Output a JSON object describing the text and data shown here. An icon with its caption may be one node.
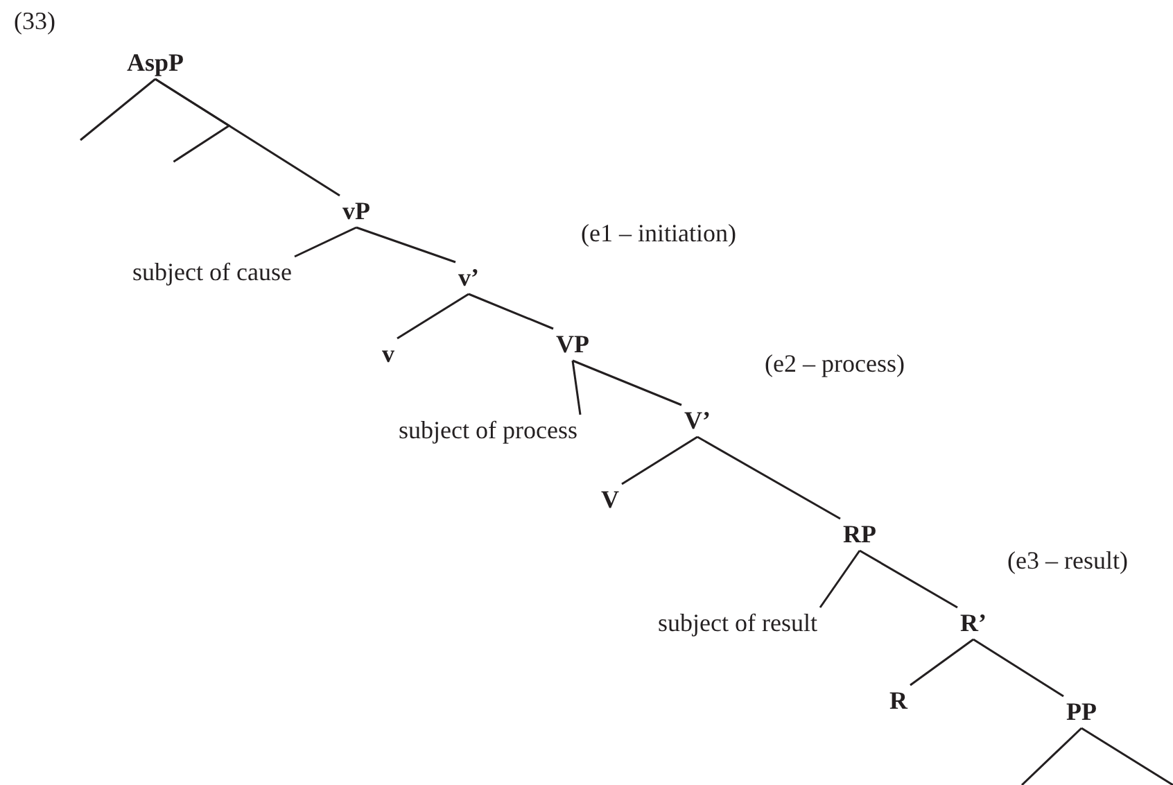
{
  "diagram": {
    "nodes": [
      {
        "text": [
          "AspP"
        ]
      },
      {
        "text": [
          "vP"
        ]
      },
      {
        "text": [
          "subject of cause"
        ]
      },
      {
        "text": [
          "v’"
        ]
      },
      {
        "text": [
          "v"
        ]
      },
      {
        "text": [
          "VP"
        ]
      },
      {
        "text": [
          "subject of process"
        ]
      },
      {
        "text": [
          "V’"
        ]
      },
      {
        "text": [
          "V"
        ]
      },
      {
        "text": [
          "RP"
        ]
      },
      {
        "text": [
          "subject of result"
        ]
      },
      {
        "text": [
          "R’"
        ]
      },
      {
        "text": [
          "R"
        ]
      },
      {
        "text": [
          "PP"
        ]
      }
    ],
    "edges": [
      {
        "from": 0,
        "to": null,
        "arrow": "none"
      },
      {
        "from": 0,
        "to": null,
        "arrow": "none"
      },
      {
        "from": 0,
        "to": 1,
        "arrow": "none"
      },
      {
        "from": 1,
        "to": 2,
        "arrow": "none"
      },
      {
        "from": 1,
        "to": 3,
        "arrow": "none"
      },
      {
        "from": 3,
        "to": 4,
        "arrow": "none"
      },
      {
        "from": 3,
        "to": 5,
        "arrow": "none"
      },
      {
        "from": 5,
        "to": 6,
        "arrow": "none"
      },
      {
        "from": 5,
        "to": 7,
        "arrow": "none"
      },
      {
        "from": 7,
        "to": 8,
        "arrow": "none"
      },
      {
        "from": 7,
        "to": 9,
        "arrow": "none"
      },
      {
        "from": 9,
        "to": 10,
        "arrow": "none"
      },
      {
        "from": 9,
        "to": 11,
        "arrow": "none"
      },
      {
        "from": 11,
        "to": 12,
        "arrow": "none"
      },
      {
        "from": 11,
        "to": 13,
        "arrow": "none"
      },
      {
        "from": 13,
        "to": null,
        "arrow": "none"
      },
      {
        "from": 13,
        "to": null,
        "arrow": "none"
      }
    ],
    "labels": [
      "(33)",
      "(e1 – initiation)",
      "(e2 – process)",
      "(e3 – result)"
    ]
  }
}
